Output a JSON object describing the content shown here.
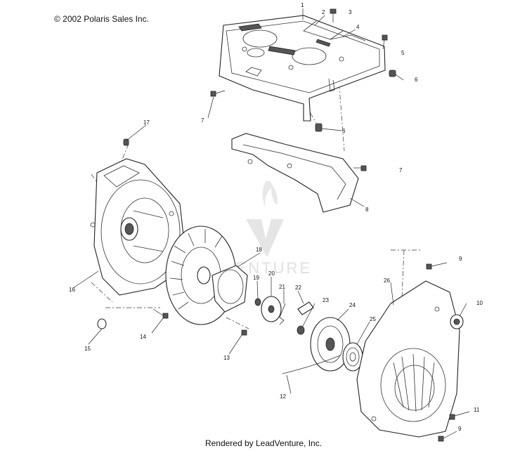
{
  "header": {
    "copyright": "© 2002 Polaris Sales Inc."
  },
  "footer": {
    "credit": "Rendered by LeadVenture, Inc."
  },
  "watermark": {
    "text": "VENTURE"
  },
  "callouts": {
    "c1": "1",
    "c2": "2",
    "c3": "3",
    "c4": "4",
    "c5": "5",
    "c6a": "6",
    "c6b": "6",
    "c7a": "7",
    "c7b": "7",
    "c8": "8",
    "c9a": "9",
    "c9b": "9",
    "c10": "10",
    "c11": "11",
    "c12": "12",
    "c13": "13",
    "c14": "14",
    "c15": "15",
    "c16": "16",
    "c17": "17",
    "c18": "18",
    "c19": "19",
    "c20": "20",
    "c21": "21",
    "c22": "22",
    "c23": "23",
    "c24": "24",
    "c25": "25",
    "c26": "26"
  }
}
